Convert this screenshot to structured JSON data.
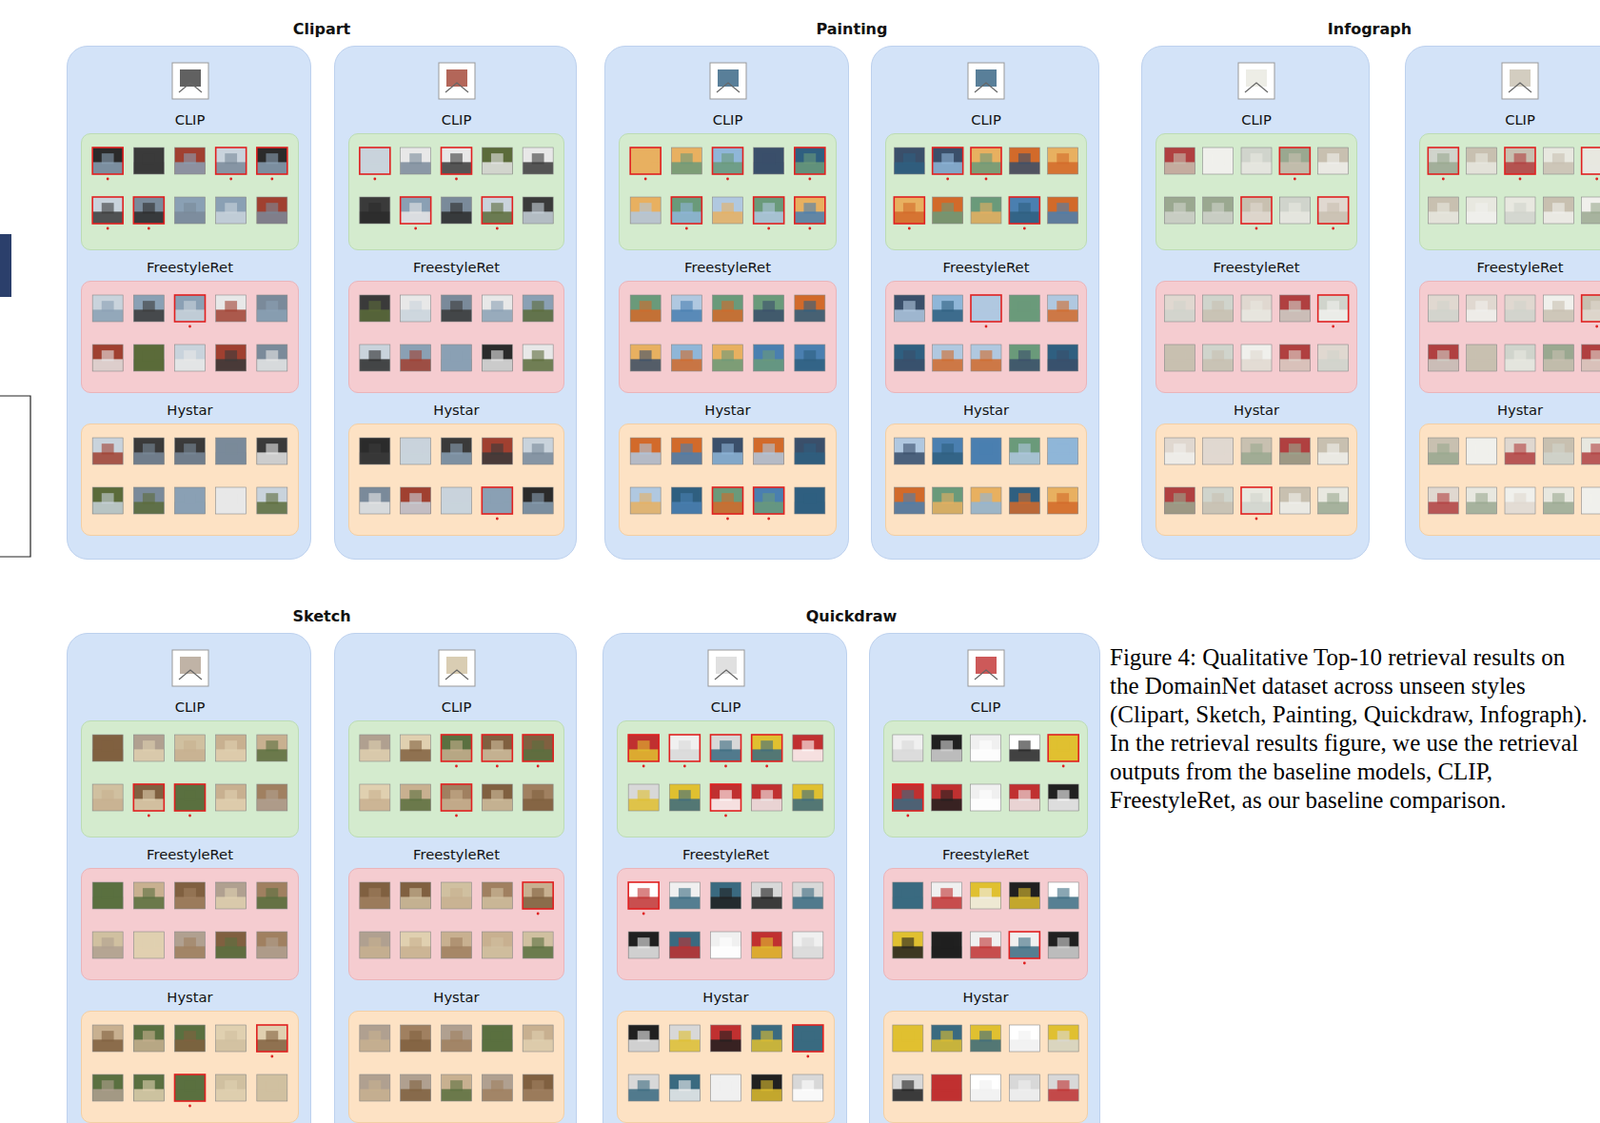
{
  "diagram": {
    "caption": "Figure 4: Qualitative Top-10 retrieval results on the DomainNet dataset across unseen styles (Clipart, Sketch, Painting, Quickdraw, Infograph). In the retrieval results figure, we use the retrieval outputs from the baseline models, CLIP, FreestyleRet, as our baseline comparison.",
    "nodes": [
      {
        "text": [
          "Clipart"
        ]
      },
      {
        "text": [],
        "in": 0
      },
      {
        "text": [
          "CLIP"
        ],
        "in": 1
      },
      {
        "text": [
          "FreestyleRet"
        ],
        "in": 1
      },
      {
        "text": [
          "Hystar"
        ],
        "in": 1
      },
      {
        "text": [],
        "in": 0
      },
      {
        "text": [
          "CLIP"
        ],
        "in": 5
      },
      {
        "text": [
          "FreestyleRet"
        ],
        "in": 5
      },
      {
        "text": [
          "Hystar"
        ],
        "in": 5
      },
      {
        "text": [
          "Painting"
        ]
      },
      {
        "text": [],
        "in": 9
      },
      {
        "text": [
          "CLIP"
        ],
        "in": 10
      },
      {
        "text": [
          "FreestyleRet"
        ],
        "in": 10
      },
      {
        "text": [
          "Hystar"
        ],
        "in": 10
      },
      {
        "text": [],
        "in": 9
      },
      {
        "text": [
          "CLIP"
        ],
        "in": 14
      },
      {
        "text": [
          "FreestyleRet"
        ],
        "in": 14
      },
      {
        "text": [
          "Hystar"
        ],
        "in": 14
      },
      {
        "text": [
          "Infograph"
        ]
      },
      {
        "text": [],
        "in": 18
      },
      {
        "text": [
          "CLIP"
        ],
        "in": 19
      },
      {
        "text": [
          "FreestyleRet"
        ],
        "in": 19
      },
      {
        "text": [
          "Hystar"
        ],
        "in": 19
      },
      {
        "text": [],
        "in": 18
      },
      {
        "text": [
          "CLIP"
        ],
        "in": 23
      },
      {
        "text": [
          "FreestyleRet"
        ],
        "in": 23
      },
      {
        "text": [
          "Hystar"
        ],
        "in": 23
      },
      {
        "text": [
          "Sketch"
        ]
      },
      {
        "text": [],
        "in": 27
      },
      {
        "text": [
          "CLIP"
        ],
        "in": 28
      },
      {
        "text": [
          "FreestyleRet"
        ],
        "in": 28
      },
      {
        "text": [
          "Hystar"
        ],
        "in": 28
      },
      {
        "text": [],
        "in": 27
      },
      {
        "text": [
          "CLIP"
        ],
        "in": 32
      },
      {
        "text": [
          "FreestyleRet"
        ],
        "in": 32
      },
      {
        "text": [
          "Hystar"
        ],
        "in": 32
      },
      {
        "text": [
          "Quickdraw"
        ]
      },
      {
        "text": [],
        "in": 36
      },
      {
        "text": [
          "CLIP"
        ],
        "in": 37
      },
      {
        "text": [
          "FreestyleRet"
        ],
        "in": 37
      },
      {
        "text": [
          "Hystar"
        ],
        "in": 37
      },
      {
        "text": [],
        "in": 36
      },
      {
        "text": [
          "CLIP"
        ],
        "in": 41
      },
      {
        "text": [
          "FreestyleRet"
        ],
        "in": 41
      },
      {
        "text": [
          "Hystar"
        ],
        "in": 41
      }
    ]
  }
}
